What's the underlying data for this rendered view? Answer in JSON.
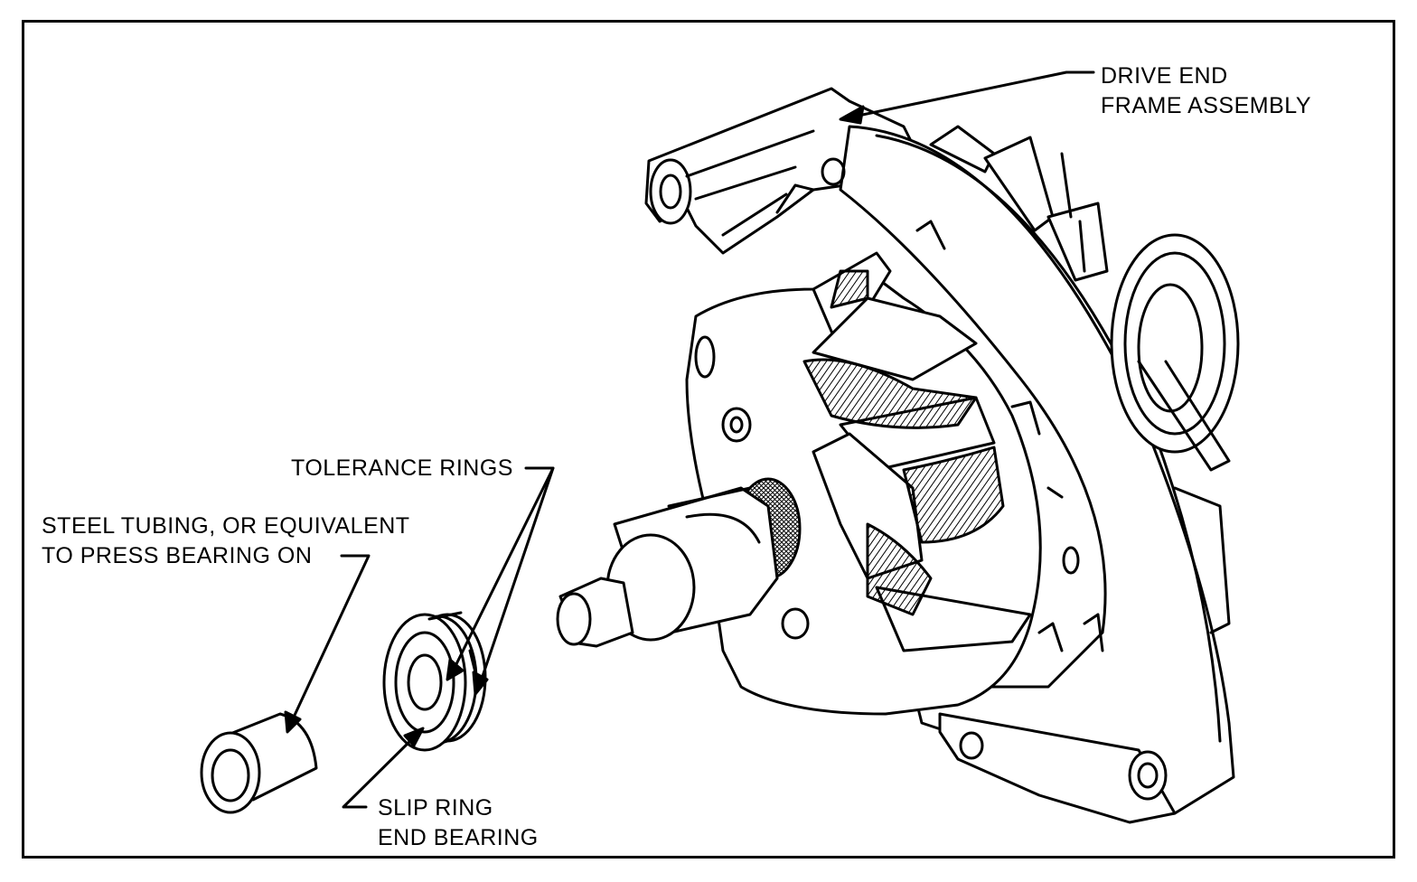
{
  "diagram": {
    "labels": {
      "drive_end": {
        "line1": "DRIVE END",
        "line2": "FRAME ASSEMBLY"
      },
      "tolerance_rings": {
        "line1": "TOLERANCE RINGS"
      },
      "steel_tubing": {
        "line1": "STEEL TUBING, OR EQUIVALENT",
        "line2": "TO PRESS BEARING ON"
      },
      "slip_ring_bearing": {
        "line1": "SLIP RING",
        "line2": "END BEARING"
      }
    },
    "colors": {
      "ink": "#000000",
      "paper": "#ffffff",
      "shade": "#555555"
    }
  }
}
